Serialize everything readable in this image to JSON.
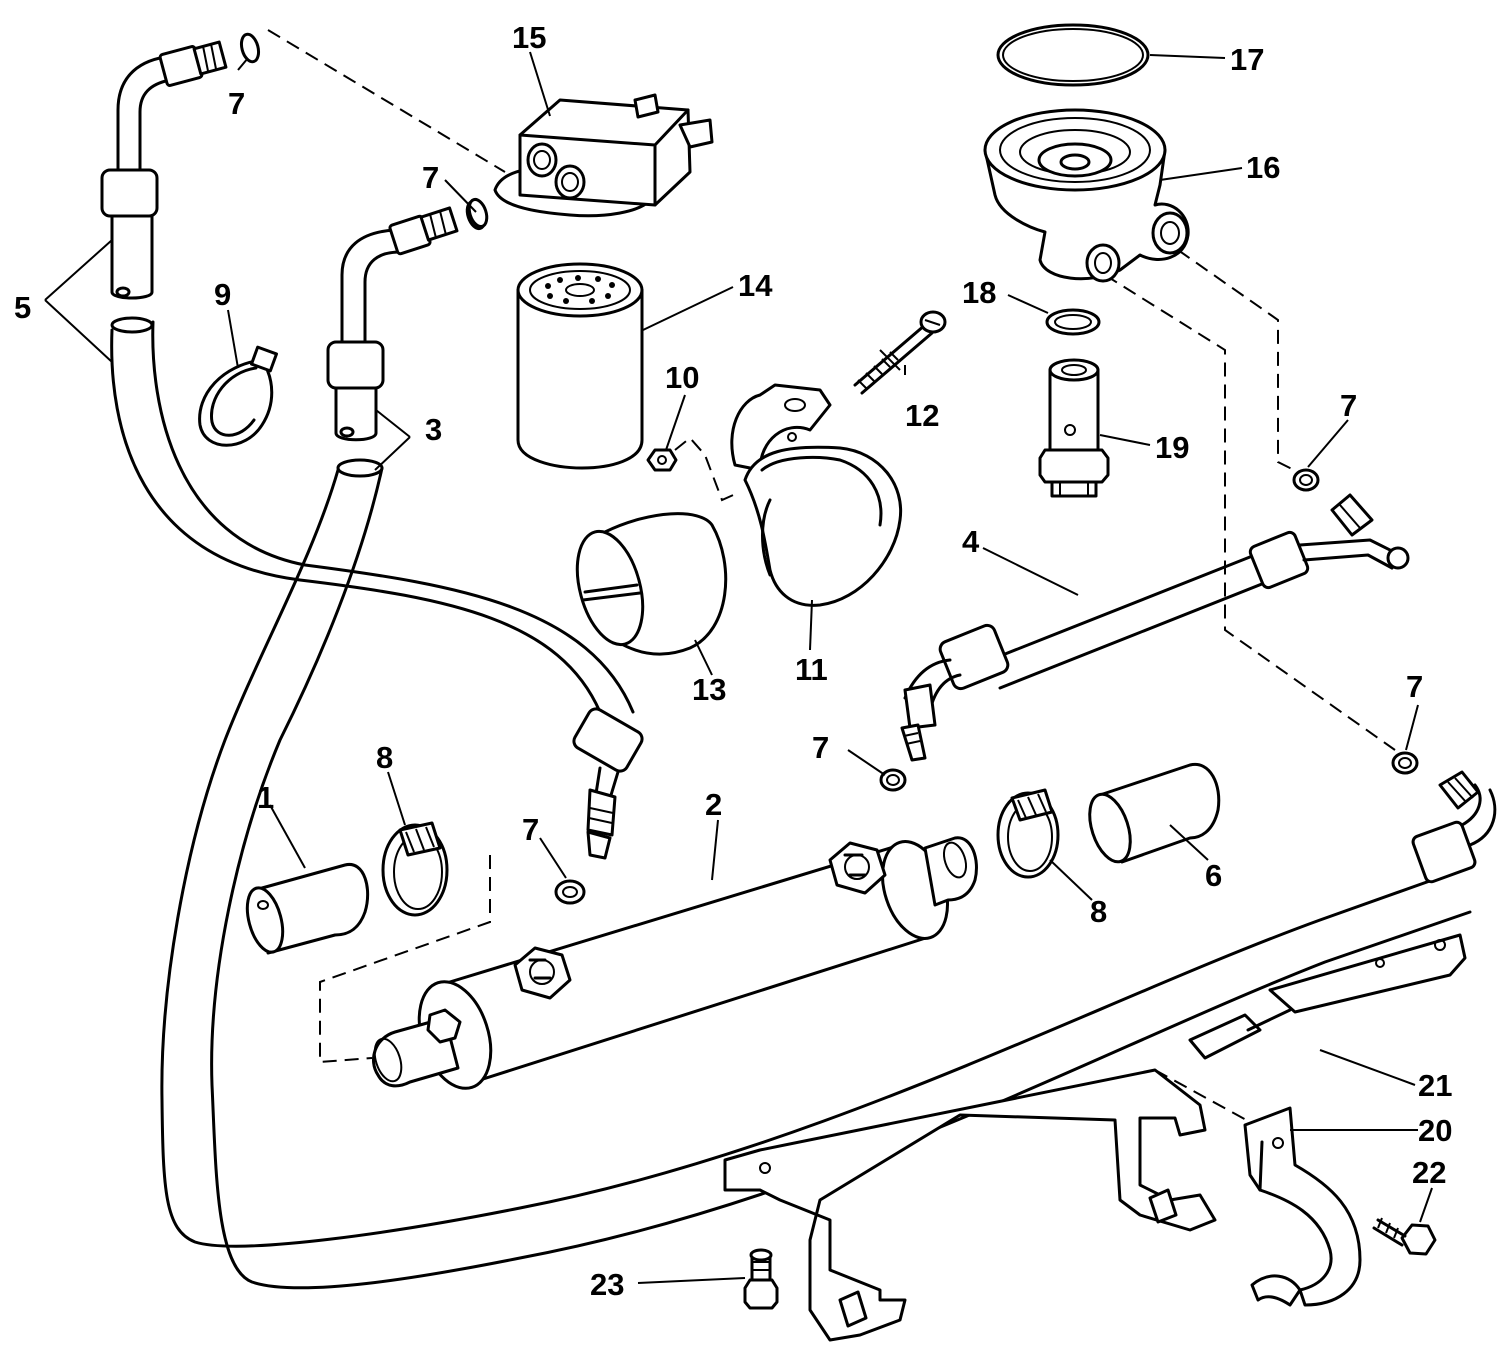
{
  "callouts": [
    {
      "id": "1",
      "text": "1"
    },
    {
      "id": "2",
      "text": "2"
    },
    {
      "id": "3",
      "text": "3"
    },
    {
      "id": "4",
      "text": "4"
    },
    {
      "id": "5",
      "text": "5"
    },
    {
      "id": "6",
      "text": "6"
    },
    {
      "id": "7a",
      "text": "7"
    },
    {
      "id": "7b",
      "text": "7"
    },
    {
      "id": "7c",
      "text": "7"
    },
    {
      "id": "7d",
      "text": "7"
    },
    {
      "id": "7e",
      "text": "7"
    },
    {
      "id": "7f",
      "text": "7"
    },
    {
      "id": "8a",
      "text": "8"
    },
    {
      "id": "8b",
      "text": "8"
    },
    {
      "id": "9",
      "text": "9"
    },
    {
      "id": "10",
      "text": "10"
    },
    {
      "id": "11",
      "text": "11"
    },
    {
      "id": "12",
      "text": "12"
    },
    {
      "id": "13",
      "text": "13"
    },
    {
      "id": "14",
      "text": "14"
    },
    {
      "id": "15",
      "text": "15"
    },
    {
      "id": "16",
      "text": "16"
    },
    {
      "id": "17",
      "text": "17"
    },
    {
      "id": "18",
      "text": "18"
    },
    {
      "id": "19",
      "text": "19"
    },
    {
      "id": "20",
      "text": "20"
    },
    {
      "id": "21",
      "text": "21"
    },
    {
      "id": "22",
      "text": "22"
    },
    {
      "id": "23",
      "text": "23"
    }
  ]
}
